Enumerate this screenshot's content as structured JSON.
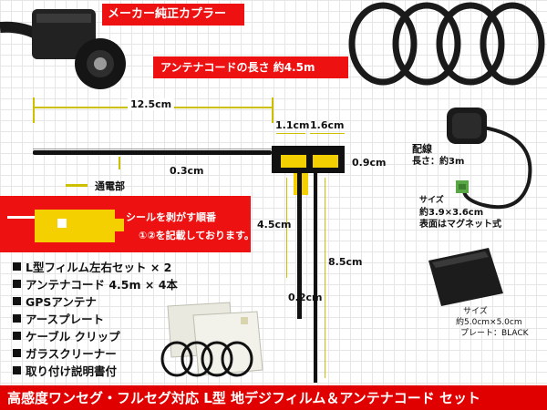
{
  "connector_label": "メーカー純正カプラー",
  "cable_length_label": "アンテナコードの長さ 約4.5m",
  "dimensions": {
    "width": "12.5cm",
    "tab1": "1.1cm",
    "tab2": "1.6cm",
    "strip": "0.3cm",
    "tab_height": "0.9cm",
    "vertical_short": "4.5cm",
    "vertical_long": "8.5cm",
    "vertical_strip": "0.2cm"
  },
  "conduct_label": "通電部",
  "sticker_note": [
    "シールを剥がす順番",
    "①②を記載しております。"
  ],
  "gps": {
    "wiring_label": "配線",
    "length_label": "長さ：約3m",
    "size_title": "サイズ",
    "size_value": "約3.9×3.6cm",
    "surface_label": "表面はマグネット式"
  },
  "plate": {
    "size_title": "サイズ",
    "size_value": "約5.0cm×5.0cm",
    "color_label": "プレート：BLACK"
  },
  "contents": [
    "L型フィルム左右セット × 2",
    "アンテナコード 4.5m × 4本",
    "GPSアンテナ",
    "アースプレート",
    "ケーブル クリップ",
    "ガラスクリーナー",
    "取り付け説明書付"
  ],
  "footer_title": "高感度ワンセグ・フルセグ対応 L型 地デジフィルム＆アンテナコード セット",
  "colors": {
    "red": "#ee1111",
    "yellow": "#f4d000",
    "black": "#111111",
    "green": "#5aa845"
  }
}
